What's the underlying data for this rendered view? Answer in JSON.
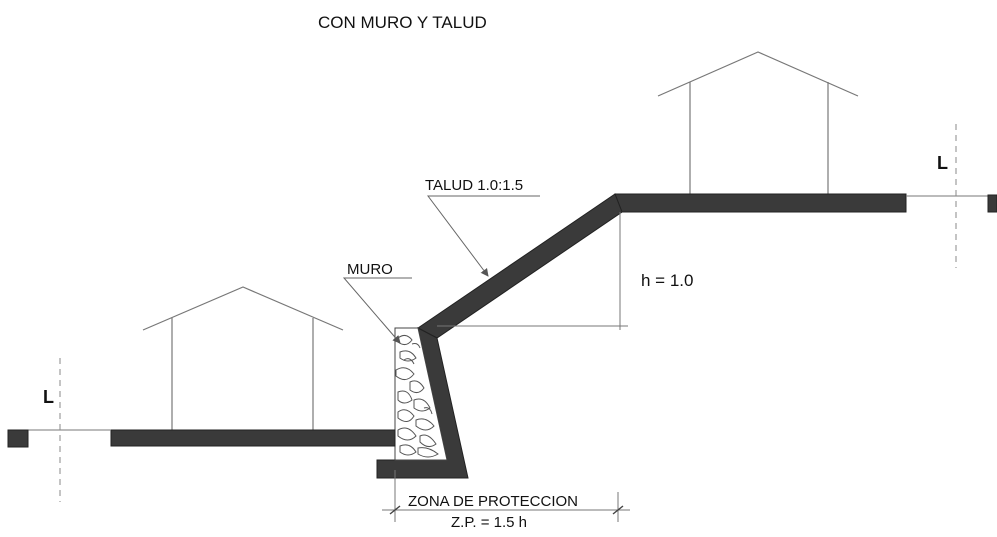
{
  "diagram": {
    "title": "CON MURO Y TALUD",
    "labels": {
      "talud": "TALUD 1.0:1.5",
      "muro": "MURO",
      "height": "h = 1.0",
      "left_setback": "L",
      "right_setback": "L",
      "zone_name": "ZONA DE PROTECCION",
      "zone_formula": "Z.P. = 1.5 h"
    }
  }
}
